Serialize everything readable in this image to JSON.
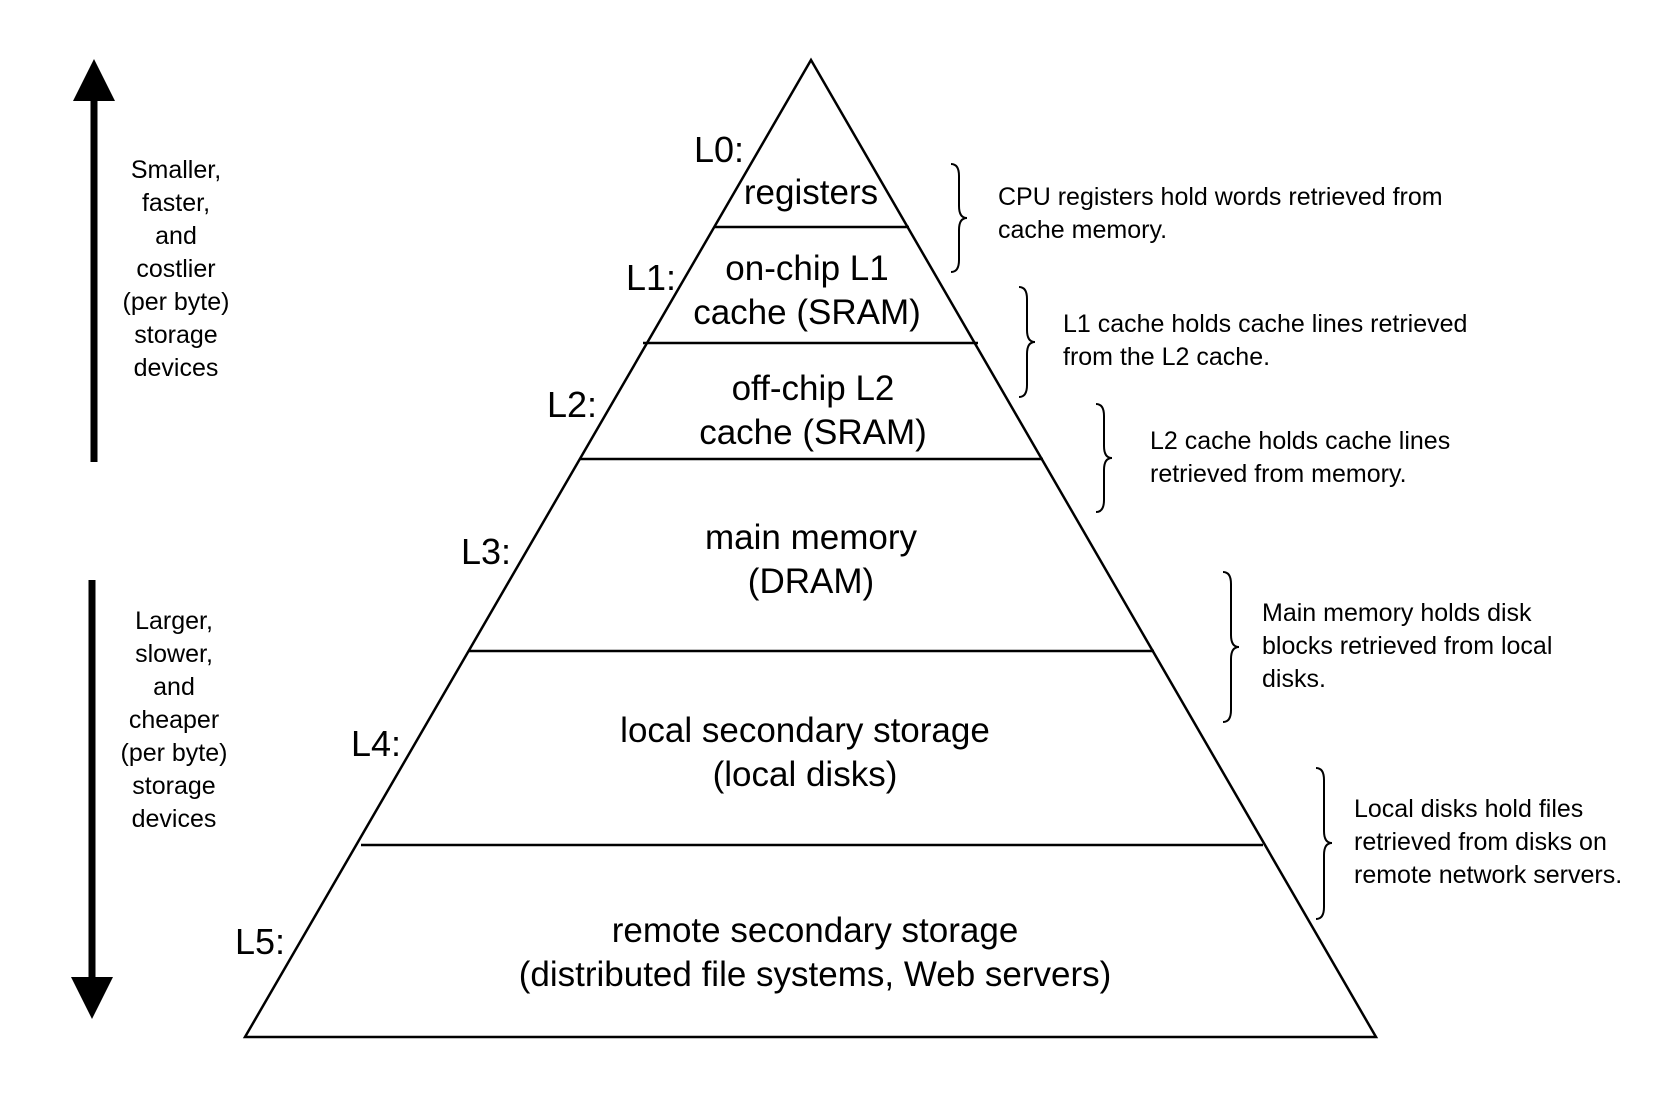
{
  "side_notes": {
    "top": "Smaller,\nfaster,\nand\ncostlier\n(per byte)\nstorage\ndevices",
    "bottom": "Larger,\nslower,\nand\ncheaper\n(per byte)\nstorage\ndevices"
  },
  "levels": [
    {
      "id": "L0",
      "label": "L0:",
      "text": "registers",
      "note": "CPU registers hold words retrieved from\ncache memory."
    },
    {
      "id": "L1",
      "label": "L1:",
      "text": "on-chip L1\ncache (SRAM)",
      "note": "L1 cache holds cache lines retrieved\nfrom the L2 cache."
    },
    {
      "id": "L2",
      "label": "L2:",
      "text": "off-chip L2\ncache (SRAM)",
      "note": "L2 cache holds cache lines\nretrieved from memory."
    },
    {
      "id": "L3",
      "label": "L3:",
      "text": "main memory\n(DRAM)",
      "note": "Main memory holds disk\nblocks retrieved from local\ndisks."
    },
    {
      "id": "L4",
      "label": "L4:",
      "text": "local secondary storage\n(local disks)",
      "note": "Local disks hold files\nretrieved from disks on\nremote network servers."
    },
    {
      "id": "L5",
      "label": "L5:",
      "text": "remote secondary storage\n(distributed file systems, Web servers)"
    }
  ]
}
